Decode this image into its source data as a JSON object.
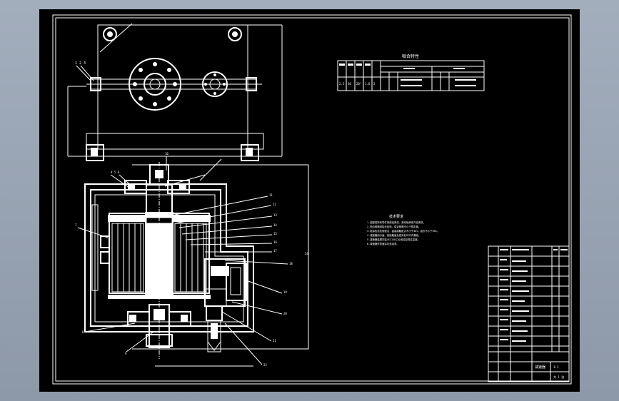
{
  "gear_table": {
    "title": "啮合特性",
    "cols": [
      "m",
      "z",
      "α",
      "Ra",
      "i"
    ],
    "row": [
      "2.5",
      "30",
      "20°",
      "1.6",
      "2"
    ]
  },
  "tech_requirements": {
    "heading": "技术要求",
    "lines": [
      "1.装配前所有零件用煤油清洗，滚动轴承用汽油清洗。",
      "2.啮合侧隙用铅丝检验，保证侧隙不小于规定值。",
      "3.用涂色法检验斑点，齿高接触斑点不小于40%，齿长不小于50%。",
      "4.减速器剖分面、各接触面及密封处均不许漏油。",
      "5.减速器装置内装CKC150工业用油至规定高度。",
      "6.减速器外表面涂灰色油漆。"
    ]
  },
  "title_block": {
    "name": "减速器",
    "scale": "1:1",
    "sheet": "共 1 张"
  },
  "colors": {
    "sheet_bg": "#000000",
    "frame": "#1a1a1a",
    "lines": "#ffffff",
    "screen_bg": "#98a3b2"
  }
}
